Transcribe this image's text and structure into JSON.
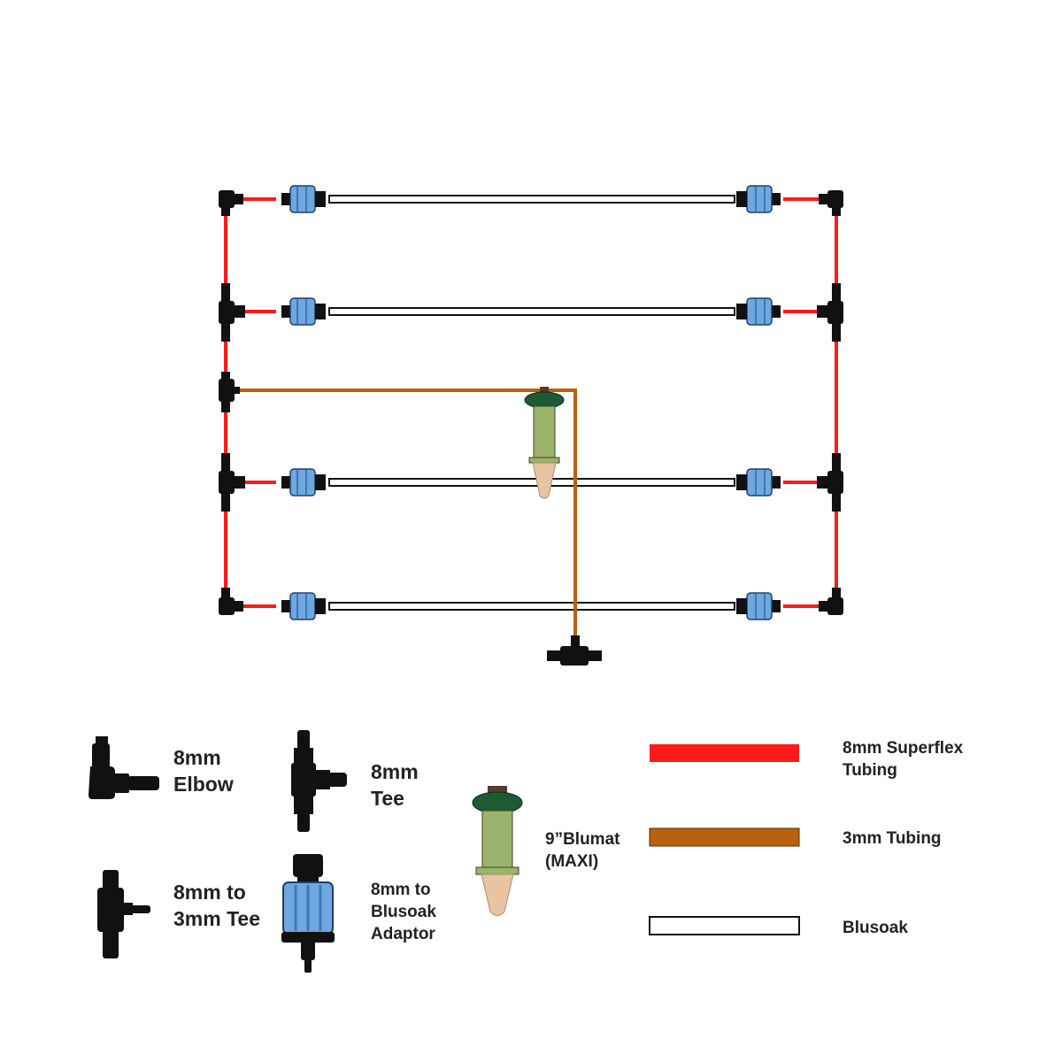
{
  "colors": {
    "superflex": "#ff1a1a",
    "tubing3mm": "#b8610f",
    "blusoak_border": "#111111",
    "fitting": "#111111",
    "adaptor_blue": "#6fa8e0",
    "blumat_body": "#9bb36a",
    "blumat_cap": "#1f5a35",
    "blumat_cone": "#e9c4a3"
  },
  "legend": {
    "elbow": {
      "icon": "elbow-fitting-icon",
      "line1": "8mm",
      "line2": "Elbow"
    },
    "tee": {
      "icon": "tee-fitting-icon",
      "line1": "8mm",
      "line2": "Tee"
    },
    "reducer_tee": {
      "icon": "reducer-tee-icon",
      "line1": "8mm to",
      "line2": "3mm Tee"
    },
    "adaptor": {
      "icon": "blusoak-adaptor-icon",
      "line1": "8mm to",
      "line2": "Blusoak",
      "line3": "Adaptor"
    },
    "blumat": {
      "icon": "blumat-sensor-icon",
      "line1": "9”Blumat",
      "line2": "(MAXI)"
    },
    "superflex": {
      "line1": "8mm Superflex",
      "line2": "Tubing"
    },
    "tubing3mm": {
      "line1": "3mm Tubing"
    },
    "blusoak": {
      "line1": "Blusoak"
    }
  }
}
